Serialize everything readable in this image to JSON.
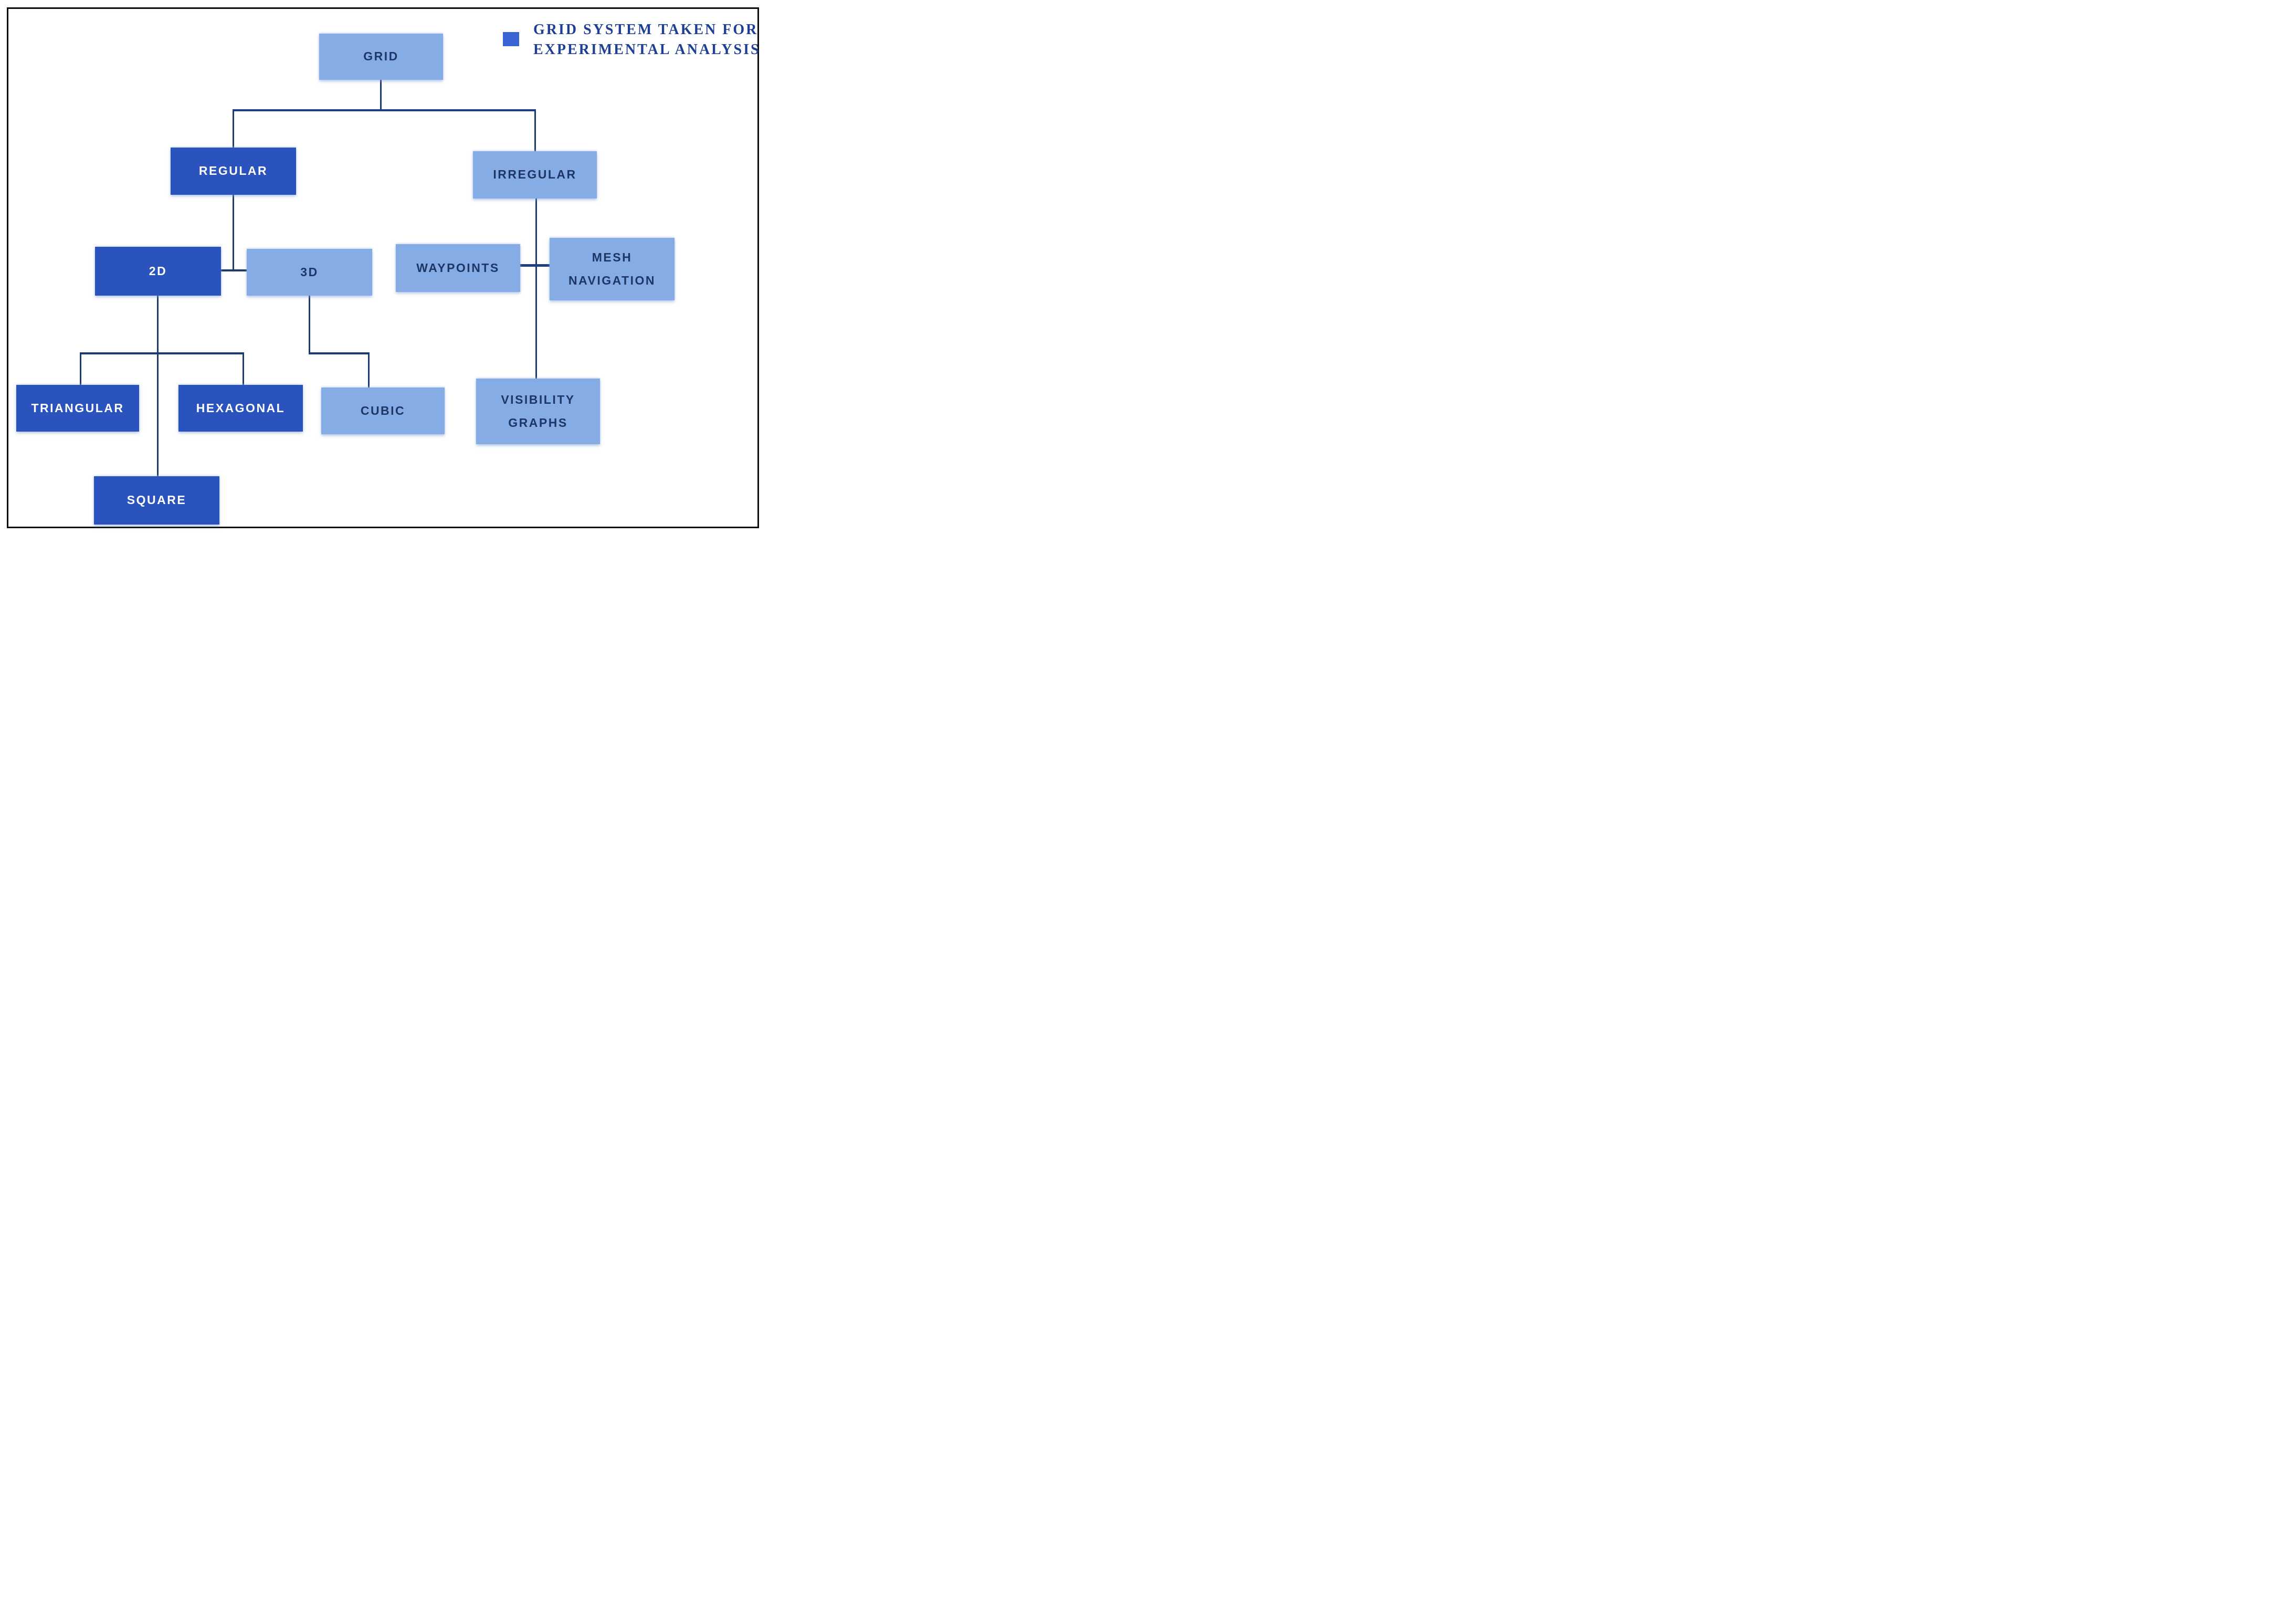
{
  "legend": {
    "line1": "GRID SYSTEM TAKEN FOR",
    "line2": "EXPERIMENTAL ANALYSIS",
    "swatch_color": "#3a64d4",
    "meaning": "dark blue nodes are the grid systems taken for experimental analysis"
  },
  "nodes": {
    "grid": {
      "label": "GRID",
      "style": "light"
    },
    "regular": {
      "label": "REGULAR",
      "style": "dark"
    },
    "irregular": {
      "label": "IRREGULAR",
      "style": "light"
    },
    "two_d": {
      "label": "2D",
      "style": "dark"
    },
    "three_d": {
      "label": "3D",
      "style": "light"
    },
    "waypoints": {
      "label": "WAYPOINTS",
      "style": "light"
    },
    "mesh_navigation": {
      "label": "MESH NAVIGATION",
      "style": "light"
    },
    "triangular": {
      "label": "TRIANGULAR",
      "style": "dark"
    },
    "hexagonal": {
      "label": "HEXAGONAL",
      "style": "dark"
    },
    "cubic": {
      "label": "CUBIC",
      "style": "light"
    },
    "visibility_graphs": {
      "label": "VISIBILITY GRAPHS",
      "style": "light"
    },
    "square": {
      "label": "SQUARE",
      "style": "dark"
    }
  },
  "hierarchy": {
    "GRID": {
      "REGULAR": {
        "2D": [
          "TRIANGULAR",
          "HEXAGONAL",
          "SQUARE"
        ],
        "3D": [
          "CUBIC"
        ]
      },
      "IRREGULAR": [
        "WAYPOINTS",
        "MESH NAVIGATION",
        "VISIBILITY GRAPHS"
      ]
    }
  },
  "highlighted_for_experiment": [
    "REGULAR",
    "2D",
    "TRIANGULAR",
    "HEXAGONAL",
    "SQUARE"
  ],
  "colors": {
    "dark_node": "#2b53bd",
    "light_node": "#85ace4",
    "connector": "#1d3a72",
    "text_on_dark": "#ffffff",
    "text_on_light": "#1d3666",
    "legend_text": "#1e3f94",
    "outer_border": "#0d0d0d"
  }
}
